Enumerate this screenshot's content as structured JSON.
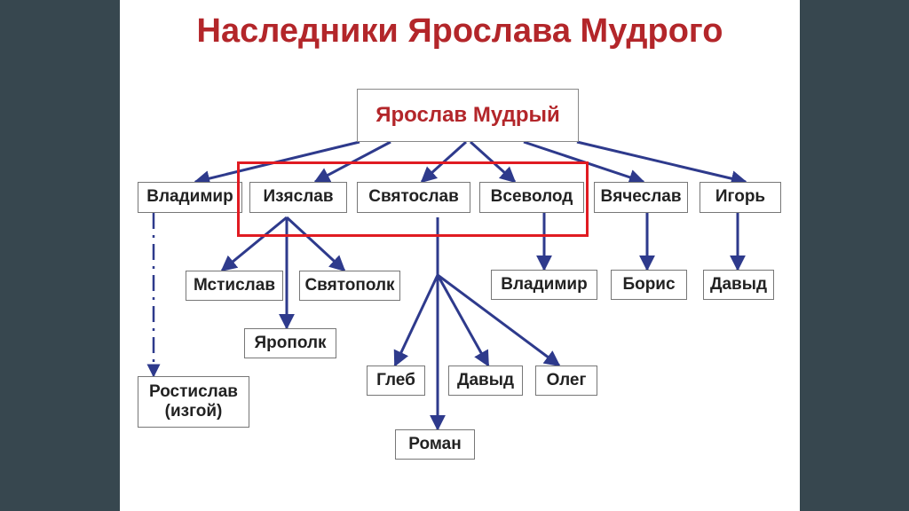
{
  "title": "Наследники Ярослава Мудрого",
  "colors": {
    "title": "#b3262a",
    "edge": "#2e3a8c",
    "highlight": "#e01b22",
    "background": "#37474f"
  },
  "nodes": {
    "root": "Ярослав Мудрый",
    "vladimir": "Владимир",
    "izyaslav": "Изяслав",
    "svyatoslav": "Святослав",
    "vsevolod": "Всеволод",
    "vyacheslav": "Вячеслав",
    "igor": "Игорь",
    "mstislav": "Мстислав",
    "svyatopolk": "Святополк",
    "yaropolk": "Ярополк",
    "rostislav": "Ростислав",
    "rostislav_note": "(изгой)",
    "gleb": "Глеб",
    "david_s": "Давыд",
    "oleg": "Олег",
    "roman": "Роман",
    "vladimir_v": "Владимир",
    "boris": "Борис",
    "david_i": "Давыд"
  }
}
